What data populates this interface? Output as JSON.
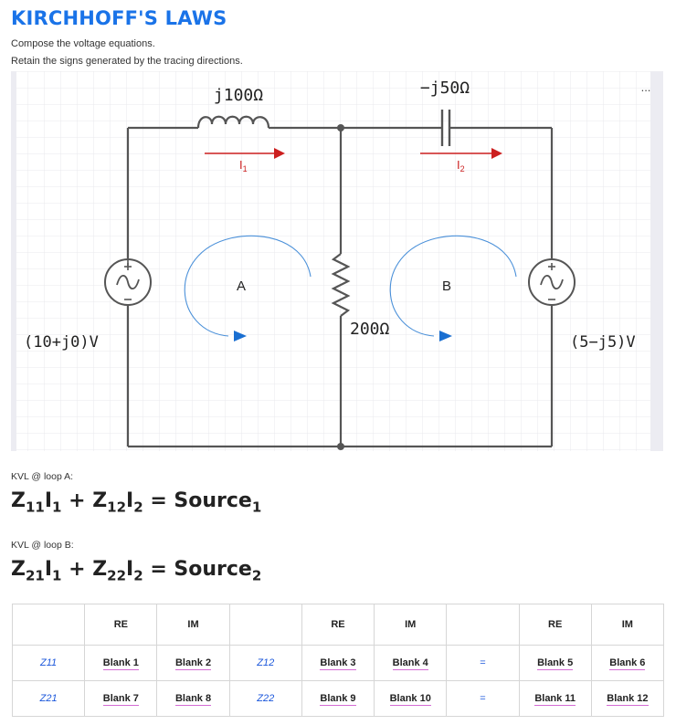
{
  "header": {
    "title": "KIRCHHOFF'S LAWS",
    "line1": "Compose the voltage equations.",
    "line2": "Retain the signs generated by the tracing directions."
  },
  "circuit": {
    "inductor_label": "j100Ω",
    "capacitor_label": "−j50Ω",
    "resistor_label": "200Ω",
    "source_left_label": "(10+j0)V",
    "source_right_label": "(5−j5)V",
    "current1_label": "I",
    "current1_sub": "1",
    "current2_label": "I",
    "current2_sub": "2",
    "loop_a_label": "A",
    "loop_b_label": "B",
    "menu_dots": "..."
  },
  "kvl": {
    "loop_a_label": "KVL @ loop A:",
    "loop_b_label": "KVL @ loop B:",
    "eq_a": {
      "z1": "Z",
      "z1s": "11",
      "i1": "I",
      "i1s": "1",
      "plus": " + ",
      "z2": "Z",
      "z2s": "12",
      "i2": "I",
      "i2s": "2",
      "eqsrc": " = Source",
      "srcs": "1"
    },
    "eq_b": {
      "z1": "Z",
      "z1s": "21",
      "i1": "I",
      "i1s": "1",
      "plus": " + ",
      "z2": "Z",
      "z2s": "22",
      "i2": "I",
      "i2s": "2",
      "eqsrc": " = Source",
      "srcs": "2"
    }
  },
  "table": {
    "headers": [
      "",
      "RE",
      "IM",
      "",
      "RE",
      "IM",
      "",
      "RE",
      "IM"
    ],
    "rows": [
      {
        "label": "Z11",
        "b1": "Blank 1",
        "b2": "Blank 2",
        "label2": "Z12",
        "b3": "Blank 3",
        "b4": "Blank 4",
        "eq": "=",
        "b5": "Blank 5",
        "b6": "Blank 6"
      },
      {
        "label": "Z21",
        "b1": "Blank 7",
        "b2": "Blank 8",
        "label2": "Z22",
        "b3": "Blank 9",
        "b4": "Blank 10",
        "eq": "=",
        "b5": "Blank 11",
        "b6": "Blank 12"
      }
    ]
  },
  "colors": {
    "title": "#1a73e8",
    "wire": "#555555",
    "current_arrow": "#cc1f1f",
    "loop_arc": "#4a90d9",
    "loop_arrow": "#1a6fd1",
    "blank_underline": "#d46bd4",
    "z_label": "#1a56db"
  }
}
